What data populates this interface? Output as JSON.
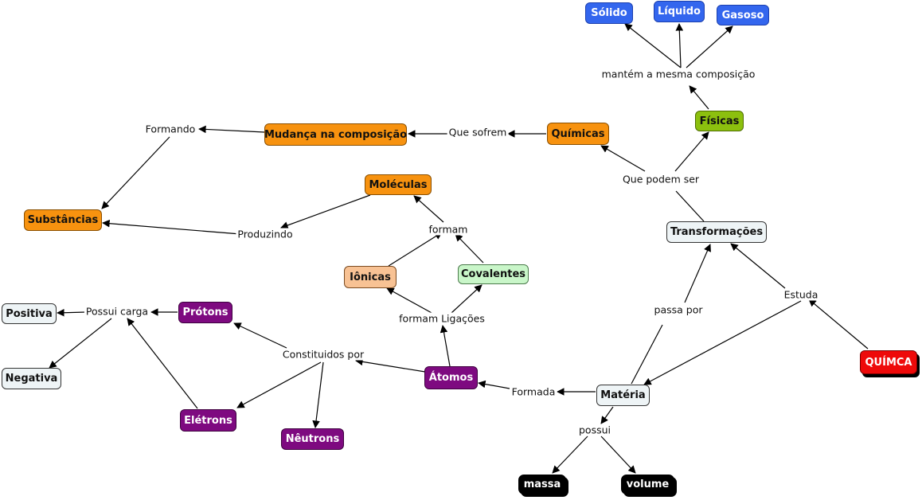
{
  "concept_map": {
    "nodes": {
      "solido": "Sólido",
      "liquido": "Líquido",
      "gasoso": "Gasoso",
      "fisicas": "Físicas",
      "quimicas": "Químicas",
      "mudanca": "Mudança na composição",
      "substancias": "Substâncias",
      "moleculas": "Moléculas",
      "ionicas": "Iônicas",
      "covalentes": "Covalentes",
      "transformacoes": "Transformações",
      "positiva": "Positiva",
      "negativa": "Negativa",
      "protons": "Prótons",
      "eletrons": "Elétrons",
      "neutrons": "Nêutrons",
      "atomos": "Átomos",
      "materia": "Matéria",
      "quimca": "QUÍMCA",
      "massa": "massa",
      "volume": "volume"
    },
    "labels": {
      "mantem": "mantém a mesma composição",
      "que_sofrem": "Que sofrem",
      "formando": "Formando",
      "que_podem_ser": "Que podem ser",
      "formam": "formam",
      "produzindo": "Produzindo",
      "possui_carga": "Possui carga",
      "formam_ligacoes": "formam Ligações",
      "constituidos_por": "Constituidos por",
      "passa_por": "passa por",
      "estuda": "Estuda",
      "formada": "Formada",
      "possui": "possui"
    }
  }
}
